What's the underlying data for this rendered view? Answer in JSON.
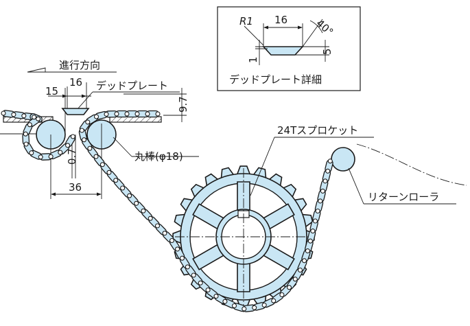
{
  "detail_box": {
    "title": "デッドプレート詳細",
    "dim_r": "R1",
    "dim_width": "16",
    "dim_angle": "40°",
    "dim_height": "5",
    "dim_thickness": "1"
  },
  "labels": {
    "travel_direction": "進行方向",
    "dead_plate": "デッドプレート",
    "round_bar": "丸棒(φ18)",
    "sprocket": "24Tスプロケット",
    "return_roller": "リターンローラ"
  },
  "dimensions": {
    "d15": "15",
    "d16": "16",
    "d97": "9.7",
    "d07": "0.7",
    "d36": "36"
  },
  "colors": {
    "part_fill": "#c9e6f4",
    "line": "#1a1a1a"
  }
}
